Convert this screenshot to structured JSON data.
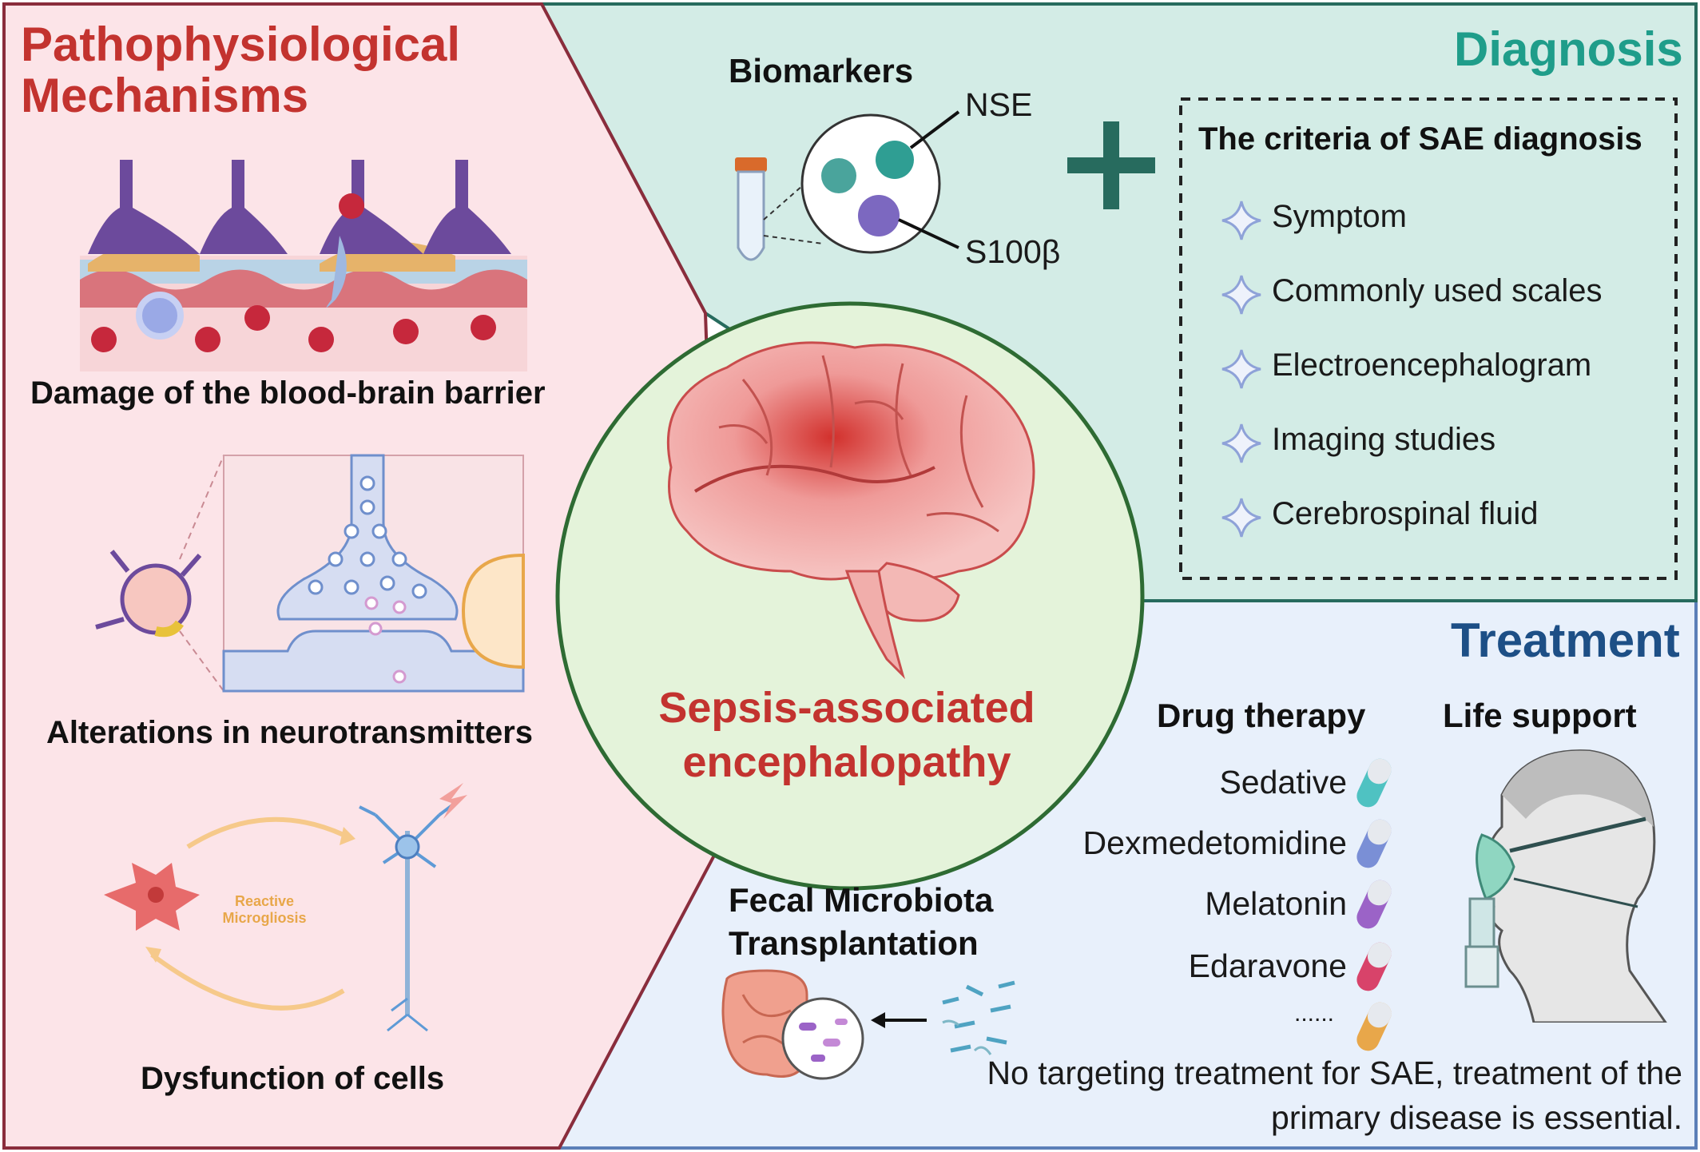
{
  "mechanisms": {
    "title": "Pathophysiological Mechanisms",
    "items": [
      "Damage of the blood-brain barrier",
      "Alterations in neurotransmitters",
      "Dysfunction of cells"
    ],
    "cycle_label": "Reactive Microgliosis"
  },
  "diagnosis": {
    "title": "Diagnosis",
    "biomarkers_title": "Biomarkers",
    "biomarkers": [
      "NSE",
      "S100β"
    ],
    "criteria_title": "The criteria of SAE diagnosis",
    "criteria": [
      "Symptom",
      "Commonly used scales",
      "Electroencephalogram",
      "Imaging studies",
      "Cerebrospinal fluid"
    ]
  },
  "center": {
    "title": "Sepsis-associated encephalopathy"
  },
  "treatment": {
    "title": "Treatment",
    "drug_title": "Drug therapy",
    "drugs": [
      "Sedative",
      "Dexmedetomidine",
      "Melatonin",
      "Edaravone",
      "......"
    ],
    "life_support_title": "Life support",
    "fmt_title": "Fecal Microbiota Transplantation",
    "note": "No targeting treatment for SAE, treatment of the primary disease is essential."
  },
  "colors": {
    "mechanisms_bg": "#fce4e8",
    "mechanisms_border": "#8a2d3c",
    "mechanisms_title": "#c3332f",
    "diagnosis_bg": "#d3ece6",
    "diagnosis_border": "#276b5e",
    "diagnosis_title": "#1f9d8a",
    "treatment_bg": "#e8f0fb",
    "treatment_title": "#1d4f86",
    "center_bg": "#e4f3da",
    "center_border": "#2e6b33",
    "center_title": "#c3332f",
    "drug_colors": [
      "#4fc2c2",
      "#7a8fd6",
      "#9b63c7",
      "#d8436a",
      "#e8a74a"
    ]
  }
}
